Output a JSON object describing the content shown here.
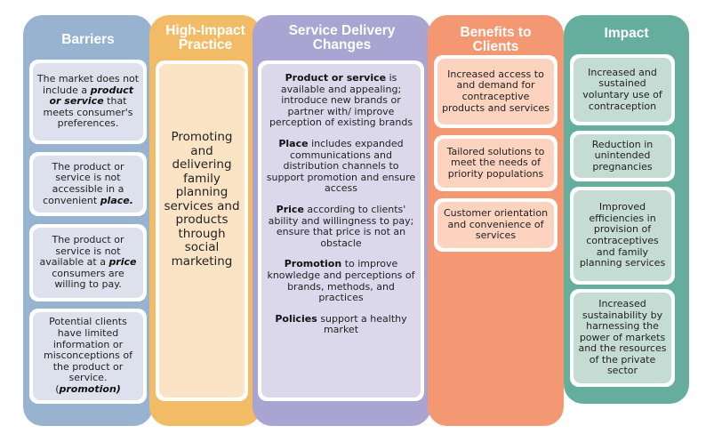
{
  "colors": {
    "barriers": "#97b3cf",
    "high_impact_practice": "#f2bc66",
    "service_delivery_changes": "#a9a4d2",
    "benefits_to_clients": "#f49873",
    "impact": "#65ad9d"
  },
  "barriers": {
    "title": "Barriers",
    "items": [
      {
        "pre": "The  market does not include a ",
        "em": "product or service",
        "post": " that meets consumer's preferences."
      },
      {
        "pre": "The product or service is not accessible in a convenient ",
        "em": "place.",
        "post": ""
      },
      {
        "pre": "The product or service is not available at a ",
        "em": "price",
        "post": " consumers are willing to pay."
      },
      {
        "pre": "Potential clients have limited information or misconceptions of the product or service. (",
        "em": "promotion)",
        "post": ""
      }
    ]
  },
  "high_impact_practice": {
    "title": "High-Impact Practice",
    "text": "Promoting and delivering family planning services and products through social marketing"
  },
  "service_delivery_changes": {
    "title": "Service Delivery Changes",
    "items": [
      {
        "bold": "Product or service",
        "text": " is available and appealing; introduce new brands or partner with/ improve perception of existing brands"
      },
      {
        "bold": "Place",
        "text": " includes expanded communications and distribution channels to support promotion and ensure access"
      },
      {
        "bold": "Price",
        "text": " according to clients' ability and willingness to pay; ensure that price is not an obstacle"
      },
      {
        "bold": "Promotion",
        "text": " to improve knowledge and perceptions of brands, methods, and practices"
      },
      {
        "bold": "Policies",
        "text": " support a healthy market"
      }
    ]
  },
  "benefits_to_clients": {
    "title": "Benefits to Clients",
    "items": [
      "Increased access to and demand for contraceptive products and services",
      "Tailored solutions to meet the needs of priority populations",
      "Customer orientation and convenience of services"
    ]
  },
  "impact": {
    "title": "Impact",
    "items": [
      "Increased and sustained voluntary use of contraception",
      "Reduction in unintended pregnancies",
      "Improved efficiencies in provision of contraceptives and family planning services",
      "Increased sustainability by harnessing the power of markets and the resources of the private sector"
    ]
  }
}
